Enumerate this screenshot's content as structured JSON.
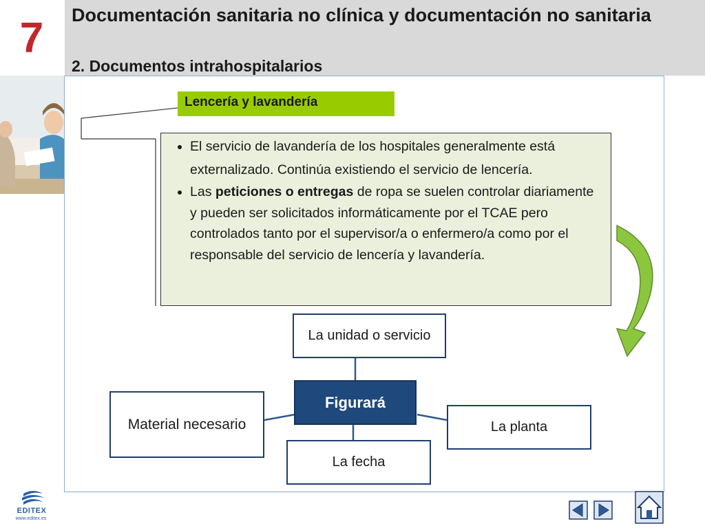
{
  "header": {
    "chapter_number": "7",
    "title": "Documentación sanitaria no clínica y documentación no sanitaria",
    "subtitle": "2. Documentos intrahospitalarios"
  },
  "section_tag": "Lencería y lavandería",
  "bullets": {
    "item1": "El servicio de lavandería de los hospitales generalmente está externalizado. Continúa existiendo el servicio de lencería.",
    "item2_before": "Las ",
    "item2_bold": "peticiones o entregas",
    "item2_after": " de ropa se suelen controlar diariamente y pueden ser solicitados informáticamente por el TCAE pero controlados tanto por el supervisor/a o enfermero/a como por el responsable del servicio de lencería y lavandería."
  },
  "diagram": {
    "center": "Figurará",
    "top": "La unidad o servicio",
    "left": "Material necesario",
    "right": "La planta",
    "bottom": "La fecha"
  },
  "footer": {
    "logo_text": "EDITEX",
    "logo_url": "www.editex.es"
  },
  "colors": {
    "chapter_red": "#c0282b",
    "section_green": "#99cc00",
    "text_box_bg": "#eaf0dc",
    "diagram_center": "#1f497d",
    "arrow_green": "#8cc63f"
  },
  "icons": {
    "prev": "triangle-left-icon",
    "next": "triangle-right-icon",
    "home": "home-icon",
    "curved_arrow": "curved-arrow-down-icon"
  }
}
